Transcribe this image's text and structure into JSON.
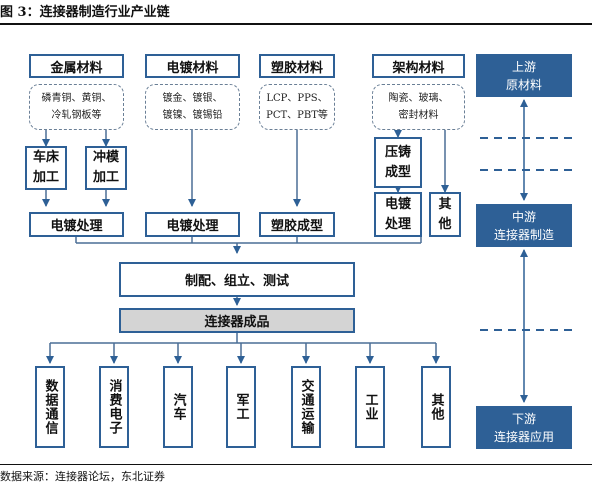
{
  "figure_title": "图 3：连接器制造行业产业链",
  "source": "数据来源：连接器论坛，东北证券",
  "upstream_materials": [
    {
      "label": "金属材料",
      "detail": [
        "磷青铜、黄铜、",
        "冷轧钢板等"
      ]
    },
    {
      "label": "电镀材料",
      "detail": [
        "镀金、镀银、",
        "镀镍、镀锡铅"
      ]
    },
    {
      "label": "塑胶材料",
      "detail": [
        "LCP、PPS、",
        "PCT、PBT等"
      ]
    },
    {
      "label": "架构材料",
      "detail": [
        "陶瓷、玻璃、",
        "密封材料"
      ]
    }
  ],
  "metal_processes": [
    "车床加工",
    "冲模加工"
  ],
  "frame_processes": [
    "压铸成型",
    "电镀处理",
    "其他"
  ],
  "treatments": [
    "电镀处理",
    "电镀处理",
    "塑胶成型"
  ],
  "assembly": "制配、组立、测试",
  "product": "连接器成品",
  "applications": [
    "数据通信",
    "消费电子",
    "汽车",
    "军工",
    "交通运输",
    "工业",
    "其他"
  ],
  "stages": [
    {
      "line1": "上游",
      "line2": "原材料"
    },
    {
      "line1": "中游",
      "line2": "连接器制造"
    },
    {
      "line1": "下游",
      "line2": "连接器应用"
    }
  ]
}
